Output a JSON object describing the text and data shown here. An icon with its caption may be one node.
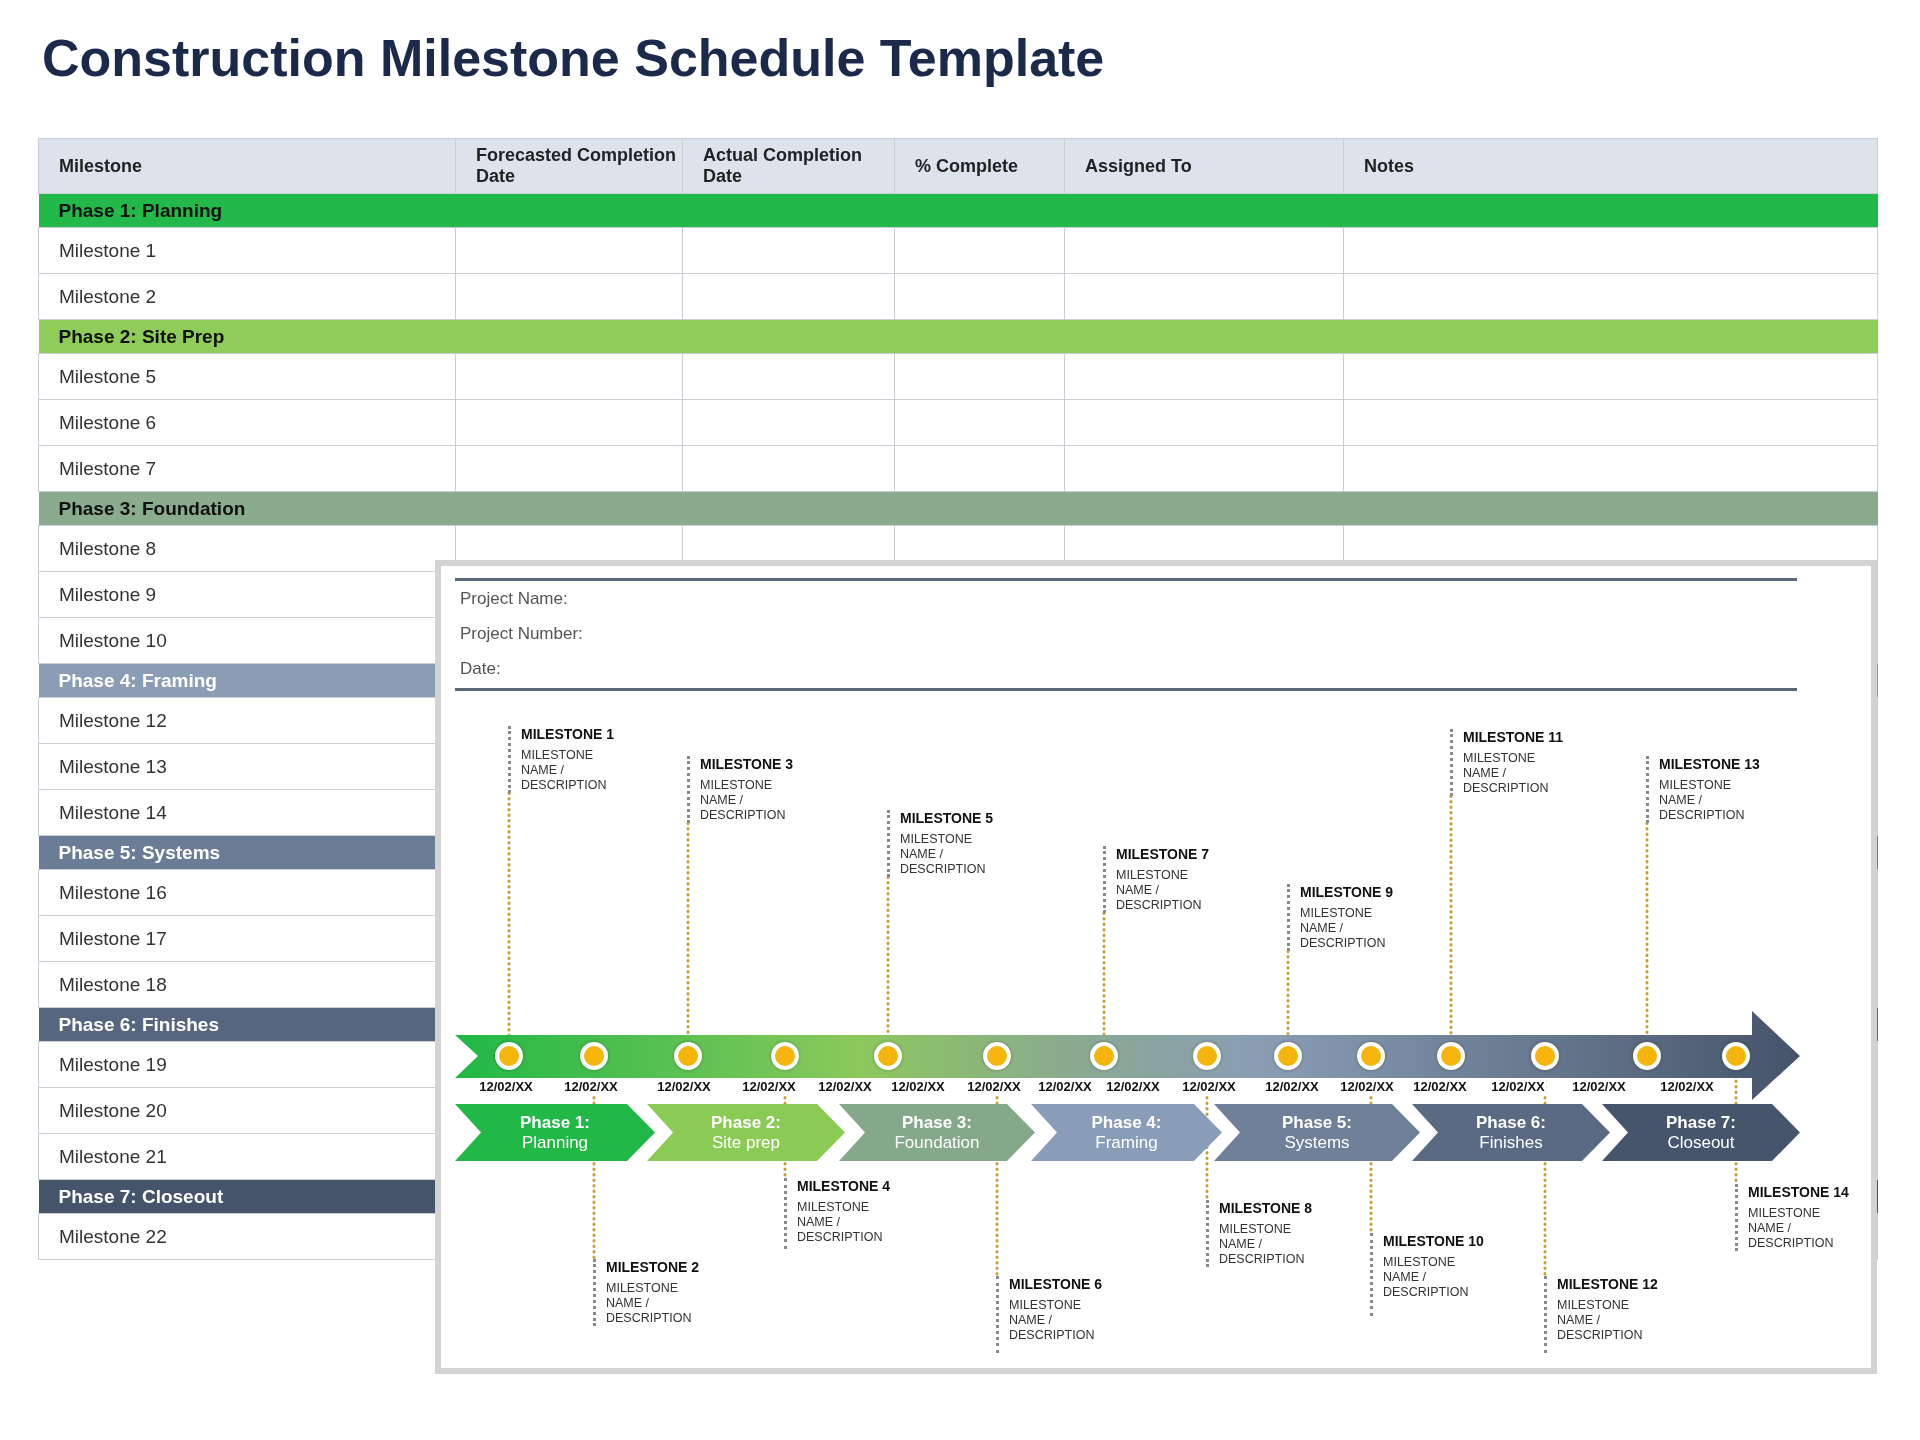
{
  "diagram": {
    "title": "Construction Milestone Schedule Template",
    "nodes": [
      {
        "text": [
          "MILESTONE 1",
          "MILESTONE NAME / DESCRIPTION"
        ]
      },
      {
        "text": [
          "MILESTONE 2",
          "MILESTONE NAME / DESCRIPTION"
        ]
      },
      {
        "text": [
          "MILESTONE 3",
          "MILESTONE NAME / DESCRIPTION"
        ]
      },
      {
        "text": [
          "MILESTONE 4",
          "MILESTONE NAME / DESCRIPTION"
        ]
      },
      {
        "text": [
          "MILESTONE 5",
          "MILESTONE NAME / DESCRIPTION"
        ]
      },
      {
        "text": [
          "MILESTONE 6",
          "MILESTONE NAME / DESCRIPTION"
        ]
      },
      {
        "text": [
          "MILESTONE 7",
          "MILESTONE NAME / DESCRIPTION"
        ]
      },
      {
        "text": [
          "MILESTONE 8",
          "MILESTONE NAME / DESCRIPTION"
        ]
      },
      {
        "text": [
          "MILESTONE 9",
          "MILESTONE NAME / DESCRIPTION"
        ]
      },
      {
        "text": [
          "MILESTONE 10",
          "MILESTONE NAME / DESCRIPTION"
        ]
      },
      {
        "text": [
          "MILESTONE 11",
          "MILESTONE NAME / DESCRIPTION"
        ]
      },
      {
        "text": [
          "MILESTONE 12",
          "MILESTONE NAME / DESCRIPTION"
        ]
      },
      {
        "text": [
          "MILESTONE 13",
          "MILESTONE NAME / DESCRIPTION"
        ]
      },
      {
        "text": [
          "MILESTONE 14",
          "MILESTONE NAME / DESCRIPTION"
        ]
      },
      {
        "text": [],
        "shape": "arrow"
      },
      {
        "text": [],
        "shape": "circle",
        "in": 14
      },
      {
        "text": [],
        "shape": "circle",
        "in": 14
      },
      {
        "text": [],
        "shape": "circle",
        "in": 14
      },
      {
        "text": [],
        "shape": "circle",
        "in": 14
      },
      {
        "text": [],
        "shape": "circle",
        "in": 14
      },
      {
        "text": [],
        "shape": "circle",
        "in": 14
      },
      {
        "text": [],
        "shape": "circle",
        "in": 14
      },
      {
        "text": [],
        "shape": "circle",
        "in": 14
      },
      {
        "text": [],
        "shape": "circle",
        "in": 14
      },
      {
        "text": [],
        "shape": "circle",
        "in": 14
      },
      {
        "text": [],
        "shape": "circle",
        "in": 14
      },
      {
        "text": [],
        "shape": "circle",
        "in": 14
      },
      {
        "text": [],
        "shape": "circle",
        "in": 14
      },
      {
        "text": [],
        "shape": "circle",
        "in": 14
      },
      {
        "text": [
          "Phase 1:",
          "Planning"
        ]
      },
      {
        "text": [
          "Phase 2:",
          "Site prep"
        ]
      },
      {
        "text": [
          "Phase 3:",
          "Foundation"
        ]
      },
      {
        "text": [
          "Phase 4:",
          "Framing"
        ]
      },
      {
        "text": [
          "Phase 5:",
          "Systems"
        ]
      },
      {
        "text": [
          "Phase 6:",
          "Finishes"
        ]
      },
      {
        "text": [
          "Phase 7:",
          "Closeout"
        ]
      }
    ],
    "edges": [
      {
        "from": 0,
        "to": 15,
        "arrow": "none",
        "style": "dashed"
      },
      {
        "from": 1,
        "to": 16,
        "arrow": "none",
        "style": "dashed"
      },
      {
        "from": 2,
        "to": 17,
        "arrow": "none",
        "style": "dashed"
      },
      {
        "from": 3,
        "to": 18,
        "arrow": "none",
        "style": "dashed"
      },
      {
        "from": 4,
        "to": 19,
        "arrow": "none",
        "style": "dashed"
      },
      {
        "from": 5,
        "to": 20,
        "arrow": "none",
        "style": "dashed"
      },
      {
        "from": 6,
        "to": 21,
        "arrow": "none",
        "style": "dashed"
      },
      {
        "from": 7,
        "to": 22,
        "arrow": "none",
        "style": "dashed"
      },
      {
        "from": 8,
        "to": 23,
        "arrow": "none",
        "style": "dashed"
      },
      {
        "from": 9,
        "to": 24,
        "arrow": "none",
        "style": "dashed"
      },
      {
        "from": 10,
        "to": 25,
        "arrow": "none",
        "style": "dashed"
      },
      {
        "from": 11,
        "to": 26,
        "arrow": "none",
        "style": "dashed"
      },
      {
        "from": 12,
        "to": 27,
        "arrow": "none",
        "style": "dashed"
      },
      {
        "from": 13,
        "to": 28,
        "arrow": "none",
        "style": "dashed"
      }
    ],
    "labels": [
      "Milestone",
      "Forecasted Completion Date",
      "Actual Completion Date",
      "% Complete",
      "Assigned To",
      "Notes",
      "Phase 1: Planning",
      "Milestone 1",
      "Milestone 2",
      "Phase 2: Site Prep",
      "Milestone 5",
      "Milestone 6",
      "Milestone 7",
      "Phase 3: Foundation",
      "Milestone 8",
      "Milestone 9",
      "Milestone 10",
      "Phase 4: Framing",
      "Milestone 12",
      "Milestone 13",
      "Milestone 14",
      "Phase 5: Systems",
      "Milestone 16",
      "Milestone 17",
      "Milestone 18",
      "Phase 6: Finishes",
      "Milestone 19",
      "Milestone 20",
      "Milestone 21",
      "Phase 7: Closeout",
      "Milestone 22",
      "Project Name:",
      "Project Number:",
      "Date:",
      "12/02/XX",
      "12/02/XX",
      "12/02/XX",
      "12/02/XX",
      "12/02/XX",
      "12/02/XX",
      "12/02/XX",
      "12/02/XX",
      "12/02/XX",
      "12/02/XX",
      "12/02/XX",
      "12/02/XX",
      "12/02/XX",
      "12/02/XX",
      "12/02/XX",
      "12/02/XX"
    ]
  }
}
